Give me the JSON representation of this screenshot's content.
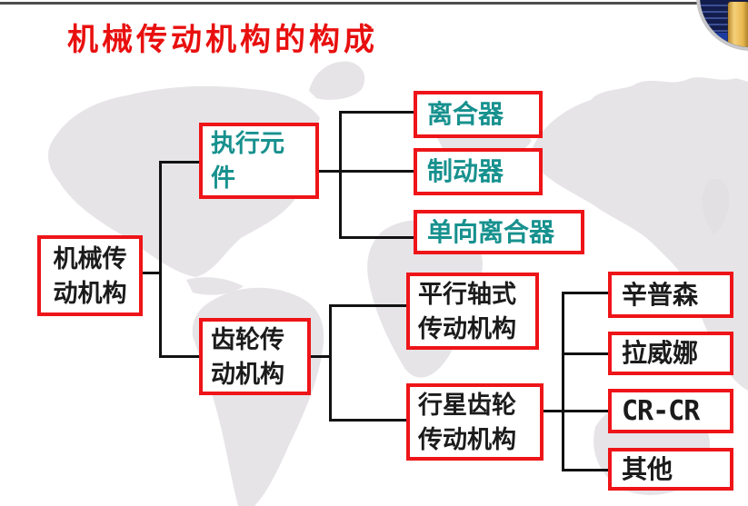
{
  "title": "机械传动机构的构成",
  "colors": {
    "title_red": "#e8100f",
    "box_border_red": "#ee1418",
    "teal_text": "#17918e",
    "black_text": "#1b1b1b",
    "connector_black": "#121212",
    "watermark_gray": "#e2dfe3",
    "logo_navy": "#121d4d",
    "logo_gold": "#e9b84f"
  },
  "icons": {
    "top_right_logo": "globe-logo",
    "background": "world-map-watermark"
  },
  "diagram": {
    "root": {
      "line1": "机械传",
      "line2": "动机构"
    },
    "executive": {
      "line1": "执行元",
      "line2": "件"
    },
    "clutch": {
      "label": "离合器"
    },
    "brake": {
      "label": "制动器"
    },
    "one_way_clutch": {
      "label": "单向离合器"
    },
    "gear": {
      "line1": "齿轮传",
      "line2": "动机构"
    },
    "parallel_shaft": {
      "line1": "平行轴式",
      "line2": "传动机构"
    },
    "planetary": {
      "line1": "行星齿轮",
      "line2": "传动机构"
    },
    "simpson": {
      "label": "辛普森"
    },
    "ravigneaux": {
      "label": "拉威娜"
    },
    "cr_cr": {
      "label": "CR-CR"
    },
    "other": {
      "label": "其他"
    }
  }
}
